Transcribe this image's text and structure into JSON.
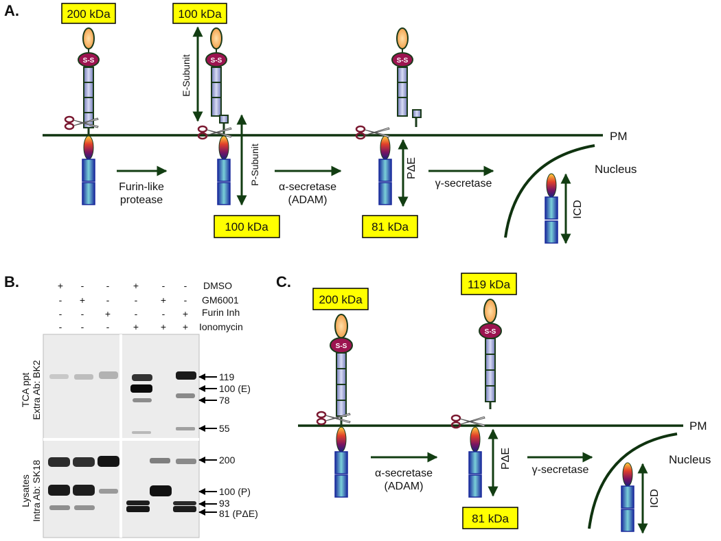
{
  "panels": {
    "a": "A.",
    "b": "B.",
    "c": "C."
  },
  "colors": {
    "arrow": "#123d12",
    "box_fill": "#ffff00",
    "ss_fill": "#9c1450",
    "segment_blue": "#2233aa",
    "membrane": "#0f330f"
  },
  "icons": [
    "scissors-icon",
    "ss-bond-icon"
  ],
  "panel_a": {
    "boxes": [
      "200 kDa",
      "100 kDa",
      "100 kDa",
      "81 kDa"
    ],
    "ss": "S-S",
    "e_subunit": "E-Subunit",
    "p_subunit": "P-Subunit",
    "furin_line1": "Furin-like",
    "furin_line2": "protease",
    "alpha_line1": "α-secretase",
    "alpha_line2": "(ADAM)",
    "pde": "PΔE",
    "gamma": "γ-secretase",
    "pm": "PM",
    "nucleus": "Nucleus",
    "icd": "ICD"
  },
  "panel_b": {
    "treatments": [
      "DMSO",
      "GM6001",
      "Furin Inh",
      "Ionomycin"
    ],
    "signs": [
      [
        "+",
        "-",
        "-",
        "+",
        "-",
        "-"
      ],
      [
        "-",
        "+",
        "-",
        "-",
        "+",
        "-"
      ],
      [
        "-",
        "-",
        "+",
        "-",
        "-",
        "+"
      ],
      [
        "-",
        "-",
        "-",
        "+",
        "+",
        "+"
      ]
    ],
    "top_side_line1": "TCA ppt",
    "top_side_line2": "Extra Ab: BK2",
    "bottom_side_line1": "Lysates",
    "bottom_side_line2": "Intra  Ab: SK18",
    "top_markers": [
      "119",
      "100 (E)",
      "78",
      "55"
    ],
    "bottom_markers": [
      "200",
      "100 (P)",
      "93",
      "81 (PΔE)"
    ]
  },
  "panel_c": {
    "boxes": [
      "200 kDa",
      "119 kDa",
      "81 kDa"
    ],
    "ss": "S-S",
    "alpha_line1": "α-secretase",
    "alpha_line2": "(ADAM)",
    "pde": "PΔE",
    "gamma": "γ-secretase",
    "pm": "PM",
    "nucleus": "Nucleus",
    "icd": "ICD"
  }
}
